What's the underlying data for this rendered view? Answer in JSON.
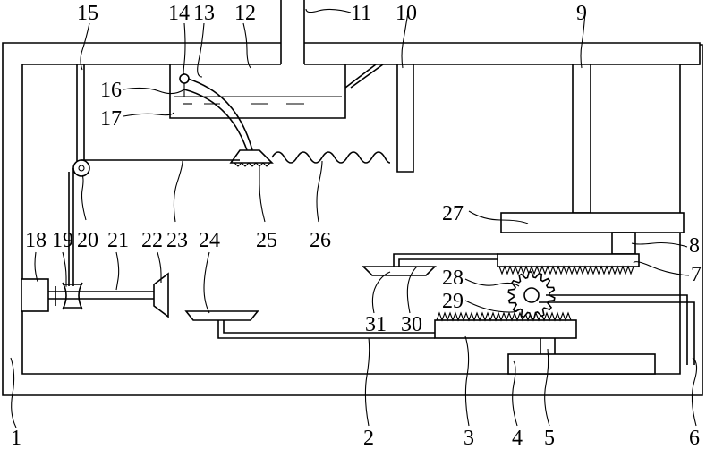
{
  "diagram": {
    "labels": {
      "l1": "1",
      "l2": "2",
      "l3": "3",
      "l4": "4",
      "l5": "5",
      "l6": "6",
      "l7": "7",
      "l8": "8",
      "l9": "9",
      "l10": "10",
      "l11": "11",
      "l12": "12",
      "l13": "13",
      "l14": "14",
      "l15": "15",
      "l16": "16",
      "l17": "17",
      "l18": "18",
      "l19": "19",
      "l20": "20",
      "l21": "21",
      "l22": "22",
      "l23": "23",
      "l24": "24",
      "l25": "25",
      "l26": "26",
      "l27": "27",
      "l28": "28",
      "l29": "29",
      "l30": "30",
      "l31": "31"
    }
  }
}
